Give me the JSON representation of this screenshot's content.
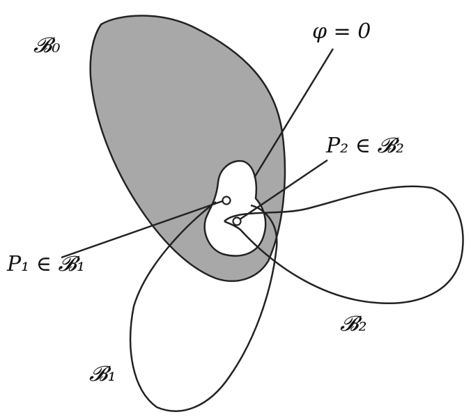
{
  "labels": {
    "b0": "𝓑₀",
    "phi": "φ = 0",
    "p2": "P₂ ∈ 𝓑₂",
    "p1": "P₁ ∈ 𝓑₁",
    "b2": "𝓑₂",
    "b1": "𝓑₁"
  },
  "colors": {
    "fill": "#a8a8a8",
    "stroke": "#222222"
  }
}
